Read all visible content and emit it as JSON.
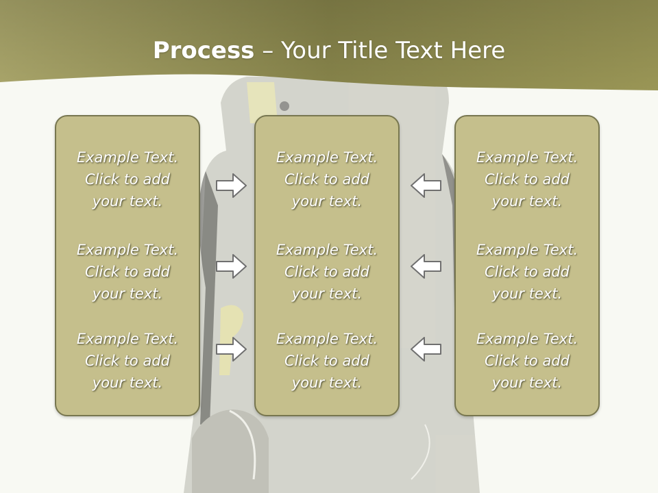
{
  "title": {
    "bold": "Process",
    "rest": " – Your Title Text Here"
  },
  "columns": [
    {
      "name": "left",
      "items": [
        {
          "line1": "Example Text.",
          "line2": "Click  to add",
          "line3": "your text."
        },
        {
          "line1": "Example Text.",
          "line2": "Click  to add",
          "line3": "your text."
        },
        {
          "line1": "Example Text.",
          "line2": "Click  to add",
          "line3": "your text."
        }
      ]
    },
    {
      "name": "center",
      "items": [
        {
          "line1": "Example Text.",
          "line2": "Click  to add",
          "line3": "your text."
        },
        {
          "line1": "Example Text.",
          "line2": "Click  to add",
          "line3": "your text."
        },
        {
          "line1": "Example Text.",
          "line2": "Click  to add",
          "line3": "your text."
        }
      ]
    },
    {
      "name": "right",
      "items": [
        {
          "line1": "Example Text.",
          "line2": "Click  to add",
          "line3": "your text."
        },
        {
          "line1": "Example Text.",
          "line2": "Click  to add",
          "line3": "your text."
        },
        {
          "line1": "Example Text.",
          "line2": "Click  to add",
          "line3": "your text."
        }
      ]
    }
  ],
  "colors": {
    "header": "#8f8c4f",
    "panel_fill": "#c5bf8c",
    "panel_border": "#77764f",
    "arrow_fill": "#ffffff",
    "arrow_stroke": "#6f6f6f"
  }
}
